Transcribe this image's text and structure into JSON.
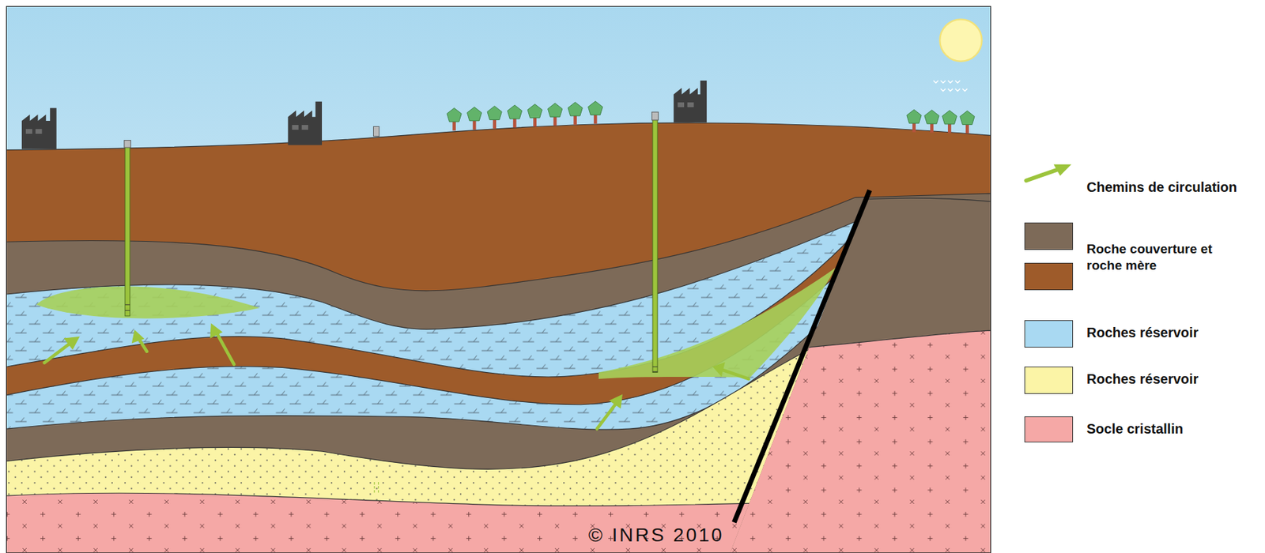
{
  "diagram": {
    "labels": [
      "© INRS 2010"
    ],
    "legend": [
      {
        "text": "Chemins de circulation"
      },
      {
        "text": "Roche couverture et roche mère",
        "color": "#7d6a58"
      },
      {
        "text": "Roches réservoir",
        "color": "#a9d9f2"
      },
      {
        "text": "Roches réservoir",
        "color": "#fbf4a6"
      },
      {
        "text": "Socle cristallin",
        "color": "#f5a8a6"
      }
    ]
  }
}
